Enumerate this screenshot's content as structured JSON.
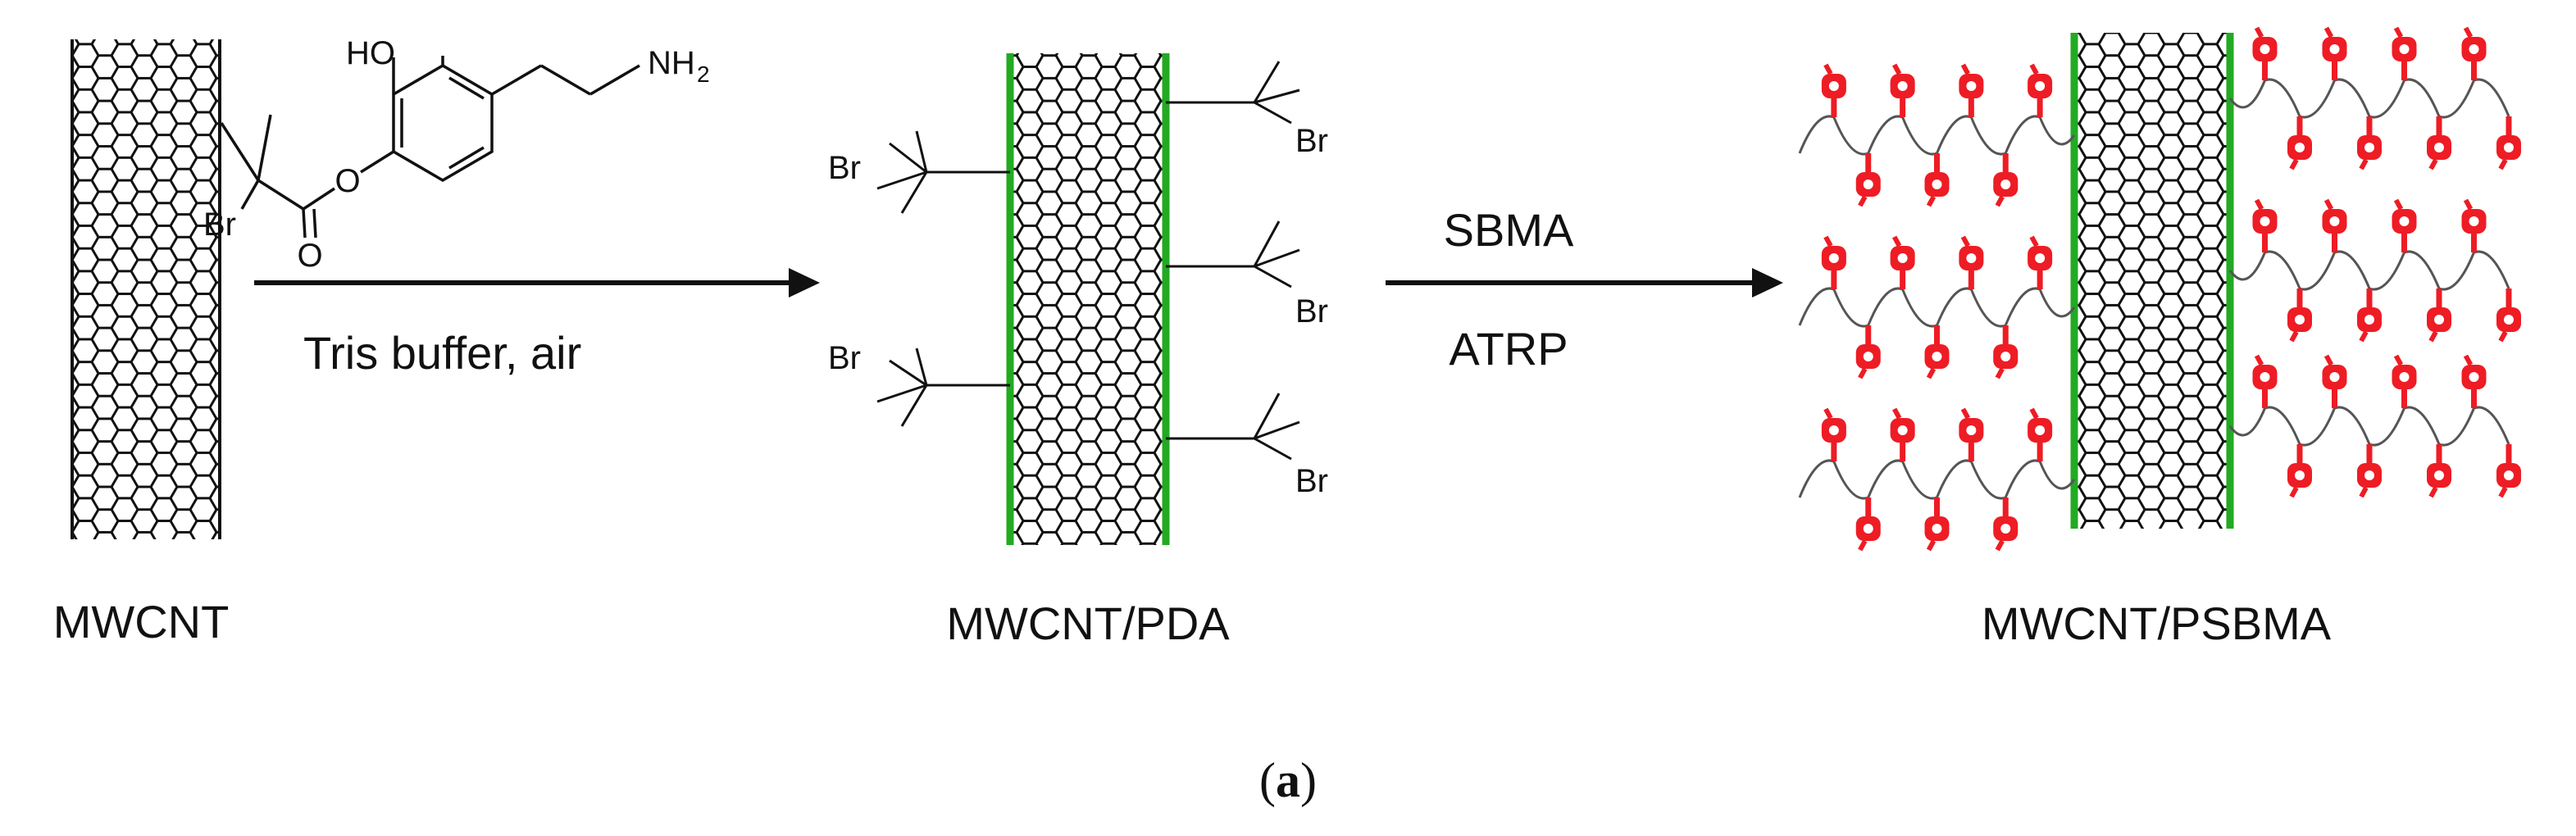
{
  "labels": {
    "mwcnt": "MWCNT",
    "mwcnt_pda": "MWCNT/PDA",
    "mwcnt_psbma": "MWCNT/PSBMA"
  },
  "step1": {
    "condition": "Tris buffer, air",
    "reagent_atoms": {
      "ho": "HO",
      "nh2": "NH",
      "nh2_sub": "2",
      "o_ester": "O",
      "o_carbonyl": "O",
      "br": "Br"
    }
  },
  "step2": {
    "top": "SBMA",
    "bottom": "ATRP"
  },
  "initiator_label": "Br",
  "caption": {
    "open": "(",
    "letter": "a",
    "close": ")"
  },
  "colors": {
    "ink": "#111111",
    "pda_coating": "#22aa22",
    "psbma_brush": "#ee1c24",
    "chain": "#555555"
  }
}
